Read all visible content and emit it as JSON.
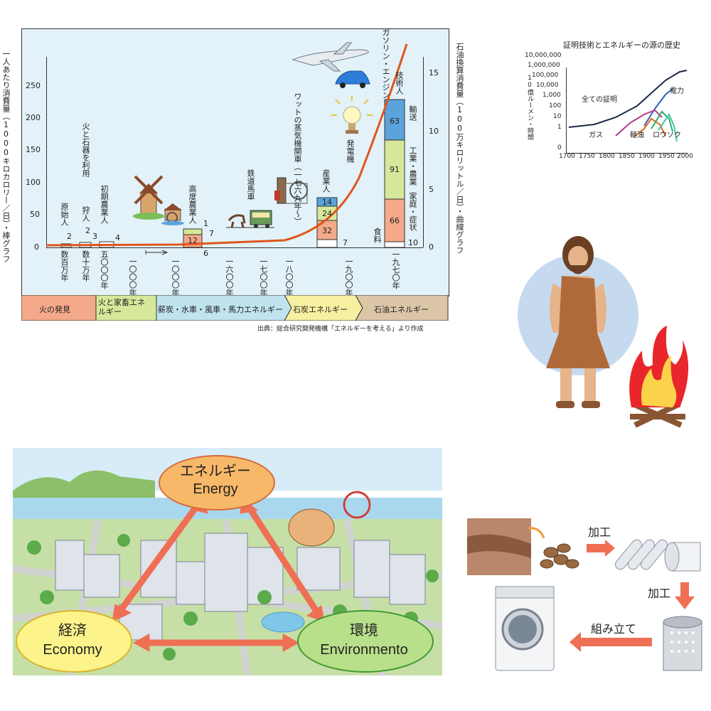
{
  "energy_chart": {
    "left_axis_label": "一人あたり消費量（1000キロカロリー／日）・棒グラフ",
    "right_axis_label": "石油換算消費量（100万キロリットル／日）・曲線グラフ",
    "left_ticks": [
      "0",
      "50",
      "100",
      "150",
      "200",
      "250"
    ],
    "right_ticks": [
      "0",
      "5",
      "10",
      "15"
    ],
    "eras": [
      {
        "label": "数百万年",
        "note": "原始人",
        "value": "2"
      },
      {
        "label": "数十万年",
        "note": "狩人",
        "value": "2",
        "value2": "3"
      },
      {
        "label": "五〇〇〇年",
        "note": "初期農業人",
        "value": "4"
      },
      {
        "label": "一〇〇〇年"
      },
      {
        "label": "一〇〇〇年"
      },
      {
        "label": "一六〇〇年"
      },
      {
        "label": "一七〇〇年"
      },
      {
        "label": "一八〇〇年"
      },
      {
        "label": "一九〇〇年"
      },
      {
        "label": "一九七〇年"
      }
    ],
    "notes": {
      "fire_stone": "火と石器を利用",
      "advanced_farmer": "高度農業人",
      "railway_carriage": "鉄道馬車",
      "watt": "ワットの蒸気機関車（一七六九年〜）",
      "generator": "発電機",
      "industrial": "産業人",
      "tech": "技術人",
      "gasoline": "ガソリン・エンジン"
    },
    "advanced_values": {
      "food": "12",
      "top": "1",
      "mid": "7",
      "bottom": "6"
    },
    "industrial_values": {
      "a": "14",
      "b": "24",
      "c": "32",
      "food": "7"
    },
    "tech_values": {
      "transport": "63",
      "industry": "91",
      "home": "66",
      "food": "10"
    },
    "tech_categories": {
      "transport": "輸送",
      "industry": "工業・農業",
      "home": "家庭・症状",
      "food": "食料"
    },
    "bands": [
      "火の発見",
      "火と家畜エネルギー",
      "薪炭・水車・風車・馬力エネルギー",
      "石炭エネルギー",
      "石油エネルギー"
    ],
    "source": "出典：総合研究開発機構「エネルギーを考える」より作成",
    "colors": {
      "transport": "#5ba3dc",
      "industry": "#d6e89a",
      "home": "#f3a98a",
      "curve": "#e0551c",
      "bg": "#e2f2f8"
    }
  },
  "light_chart": {
    "title": "証明技術とエネルギーの源の歴史",
    "ylabel": "10億ルーメン・時間",
    "y_ticks": [
      "10,000,000",
      "1,000,000",
      "100,000",
      "10,000",
      "1,000",
      "100",
      "10",
      "1",
      "0"
    ],
    "x_ticks": [
      "1700",
      "1750",
      "1800",
      "1850",
      "1900",
      "1950",
      "2000"
    ],
    "labels": {
      "all": "全ての証明",
      "electric": "電力",
      "gas": "ガス",
      "kerosene": "軽油",
      "candle": "ロウソク"
    }
  },
  "triangle": {
    "energy_jp": "エネルギー",
    "energy_en": "Energy",
    "economy_jp": "経済",
    "economy_en": "Economy",
    "env_jp": "環境",
    "env_en": "Environmento"
  },
  "process": {
    "step1": "加工",
    "step2": "加工",
    "step3": "組み立て"
  }
}
